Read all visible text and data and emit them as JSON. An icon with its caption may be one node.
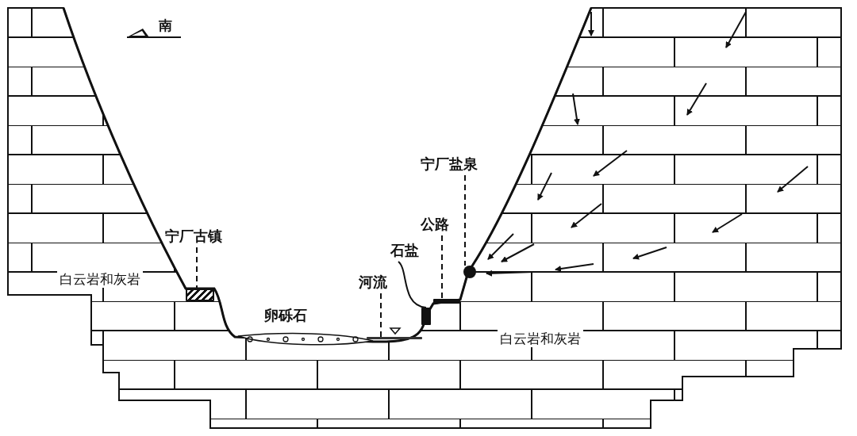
{
  "diagram": {
    "nodes": [
      {
        "text": [
          "宁厂古镇"
        ]
      },
      {
        "text": [],
        "shape": "box"
      },
      {
        "text": [
          "河流"
        ]
      },
      {
        "text": [],
        "shape": "bar"
      },
      {
        "text": [
          "石盐"
        ]
      },
      {
        "text": [],
        "shape": "bar"
      },
      {
        "text": [
          "公路"
        ]
      },
      {
        "text": [],
        "shape": "bar"
      },
      {
        "text": [
          "宁厂盐泉"
        ]
      },
      {
        "text": [],
        "shape": "circle"
      }
    ],
    "edges": [
      {
        "from": 0,
        "to": 1,
        "arrow": "none",
        "style": "dashed"
      },
      {
        "from": 2,
        "to": 3,
        "arrow": "none",
        "style": "dashed"
      },
      {
        "from": 4,
        "to": 5,
        "arrow": "none"
      },
      {
        "from": 6,
        "to": 7,
        "arrow": "none",
        "style": "dashed"
      },
      {
        "from": 8,
        "to": 9,
        "arrow": "none",
        "style": "dashed"
      }
    ],
    "labels": [
      "南",
      "白云岩和灰岩",
      "卵砾石",
      "白云岩和灰岩"
    ]
  }
}
